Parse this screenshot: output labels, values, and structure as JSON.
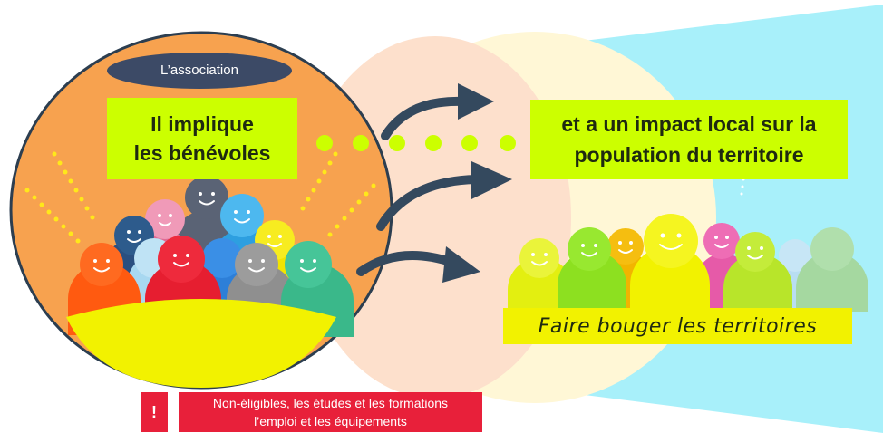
{
  "association": {
    "label": "L’association"
  },
  "left_box": {
    "line1": "Il implique",
    "line2": "les bénévoles"
  },
  "right_box": {
    "line1": "et a un impact local sur la",
    "line2": "population  du territoire"
  },
  "banner": {
    "text": "Faire bouger les territoires"
  },
  "warning": {
    "icon": "!",
    "line1": "Non-éligibles, les études et les formations",
    "line2": "l’emploi et les équipements"
  },
  "colors": {
    "left_circle": "#f7a24f",
    "cone_inner": "#fde0cc",
    "cone_middle": "#fff7d6",
    "cone_outer": "#a8f0fa",
    "label_green": "#ccff00",
    "banner_yellow": "#f2f200",
    "warning_red": "#e8203a",
    "arrow_navy": "#34495e"
  }
}
